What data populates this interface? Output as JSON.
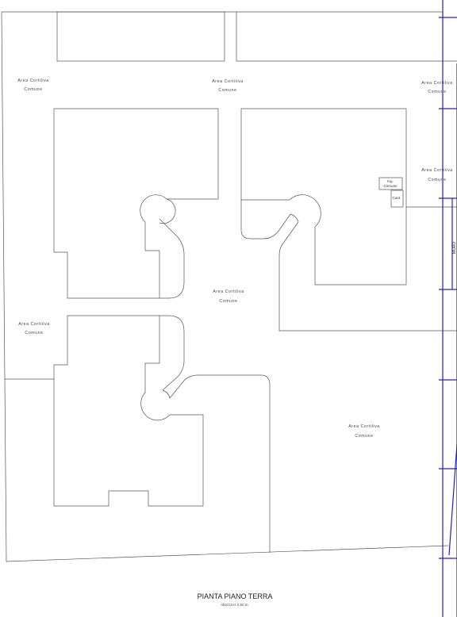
{
  "drawing": {
    "title": "PIANTA PIANO TERRA",
    "subtitle": "Altezza H 2,50 m.",
    "area_line1": "Area Cortiliva",
    "area_line2": "Comune",
    "ingresso_line1": "Ing.",
    "ingresso_line2": "Comune",
    "cantina": "Cant.",
    "side_label": "MURO"
  },
  "colors": {
    "lines": "#555555",
    "border": "#2020c8",
    "background": "#ffffff"
  }
}
